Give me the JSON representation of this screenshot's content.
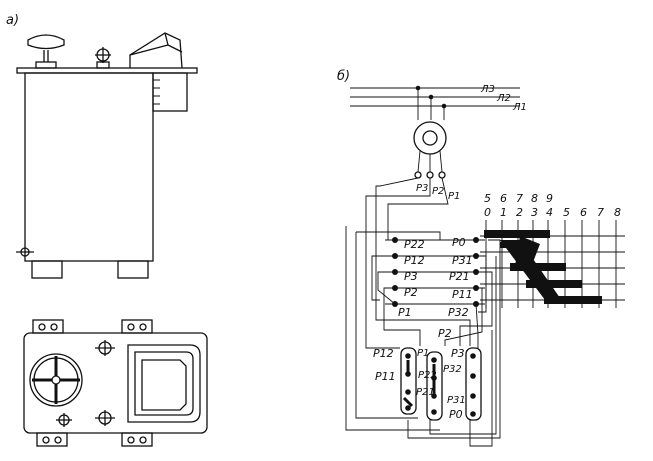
{
  "panels": {
    "a": "а)",
    "b": "б)"
  },
  "lines": [
    "Л3",
    "Л2",
    "Л1"
  ],
  "ct_leads": [
    "Р3",
    "Р2",
    "Р1"
  ],
  "scale": {
    "top": [
      "5",
      "6",
      "7",
      "8",
      "9"
    ],
    "bottom": [
      "0",
      "1",
      "2",
      "3",
      "4",
      "5",
      "6",
      "7",
      "8"
    ]
  },
  "switch_left": [
    "Р22",
    "Р12",
    "Р3",
    "Р2",
    "Р1"
  ],
  "switch_right": [
    "Р0",
    "Р31",
    "Р21",
    "Р11",
    "Р32"
  ],
  "bottom_labels": {
    "p12": "Р12",
    "p11": "Р11",
    "p1": "Р1",
    "p22": "Р22",
    "p21": "Р21",
    "p2": "Р2",
    "p3": "Р3",
    "p32": "Р32",
    "p31": "Р31",
    "p0": "Р0"
  }
}
